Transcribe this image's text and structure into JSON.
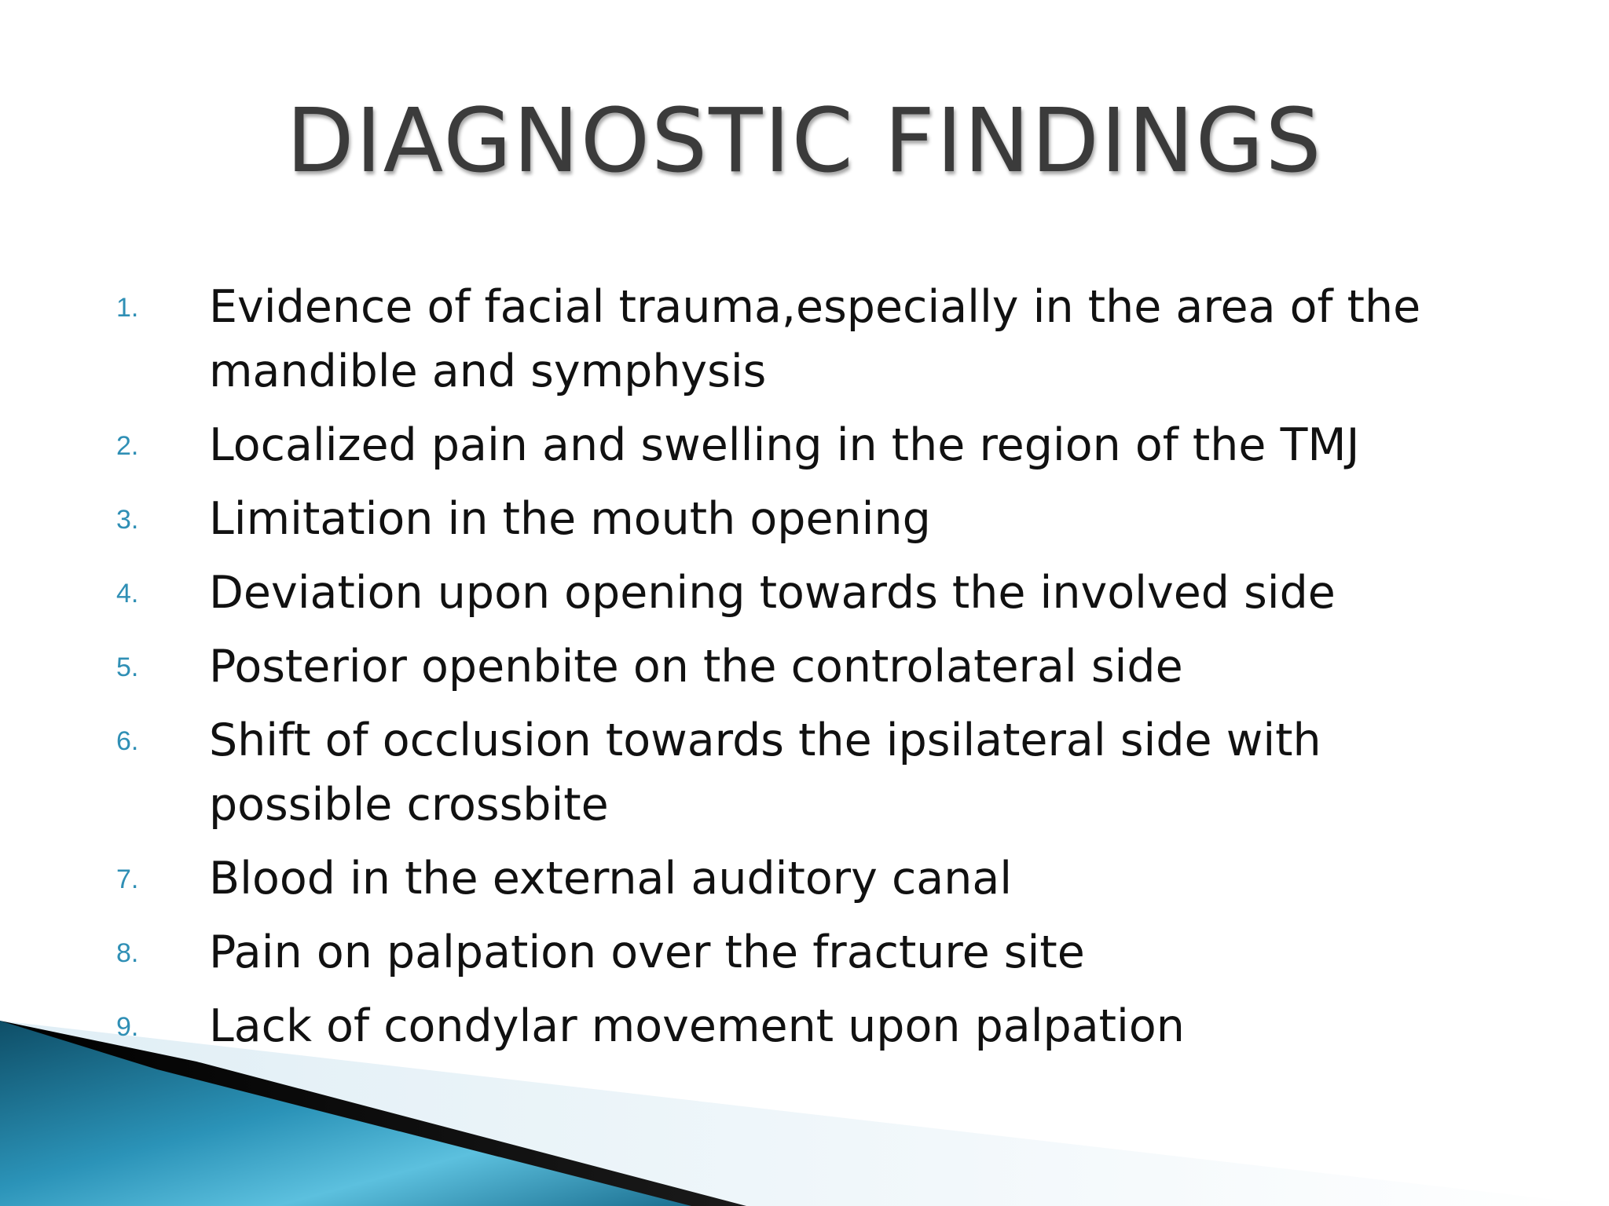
{
  "slide": {
    "title": "DIAGNOSTIC FINDINGS",
    "accent_color": "#2f8fb5",
    "decoration_icon": "blue-swoosh",
    "findings": [
      {
        "number": "1.",
        "text": "Evidence of facial trauma,especially in the area of the mandible and symphysis"
      },
      {
        "number": "2.",
        "text": "Localized pain and swelling in the region of the TMJ"
      },
      {
        "number": "3.",
        "text": "Limitation in the mouth opening"
      },
      {
        "number": "4.",
        "text": "Deviation upon opening  towards the involved side"
      },
      {
        "number": "5.",
        "text": "Posterior openbite on the controlateral side"
      },
      {
        "number": "6.",
        "text": "Shift of occlusion towards the ipsilateral side with possible crossbite"
      },
      {
        "number": "7.",
        "text": "Blood in the external auditory canal"
      },
      {
        "number": "8.",
        "text": "Pain on palpation over the fracture site"
      },
      {
        "number": "9.",
        "text": "Lack of condylar movement upon palpation"
      }
    ]
  }
}
